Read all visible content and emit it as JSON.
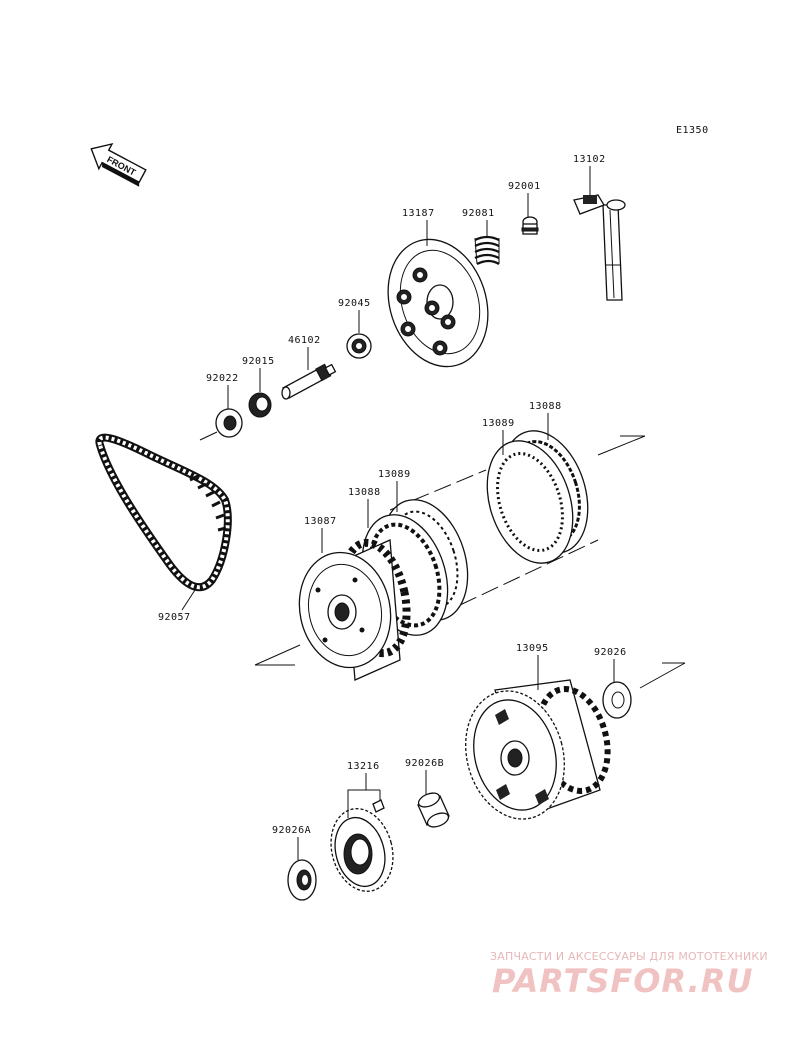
{
  "diagram": {
    "code": "E1350",
    "front_label": "FRONT",
    "parts": [
      {
        "id": "p13102",
        "number": "13102"
      },
      {
        "id": "p92001",
        "number": "92001"
      },
      {
        "id": "p92081",
        "number": "92081"
      },
      {
        "id": "p13187",
        "number": "13187"
      },
      {
        "id": "p92045",
        "number": "92045"
      },
      {
        "id": "p46102",
        "number": "46102"
      },
      {
        "id": "p92015",
        "number": "92015"
      },
      {
        "id": "p92022",
        "number": "92022"
      },
      {
        "id": "p13088a",
        "number": "13088"
      },
      {
        "id": "p13089a",
        "number": "13089"
      },
      {
        "id": "p13089b",
        "number": "13089"
      },
      {
        "id": "p13088b",
        "number": "13088"
      },
      {
        "id": "p13087",
        "number": "13087"
      },
      {
        "id": "p92057",
        "number": "92057"
      },
      {
        "id": "p13095",
        "number": "13095"
      },
      {
        "id": "p92026",
        "number": "92026"
      },
      {
        "id": "p13216",
        "number": "13216"
      },
      {
        "id": "p92026B",
        "number": "92026B"
      },
      {
        "id": "p92026A",
        "number": "92026A"
      }
    ]
  },
  "watermark": {
    "tagline": "ЗАПЧАСТИ И АКСЕССУАРЫ ДЛЯ МОТОТЕХНИКИ",
    "brand": "PARTSFOR.RU"
  }
}
